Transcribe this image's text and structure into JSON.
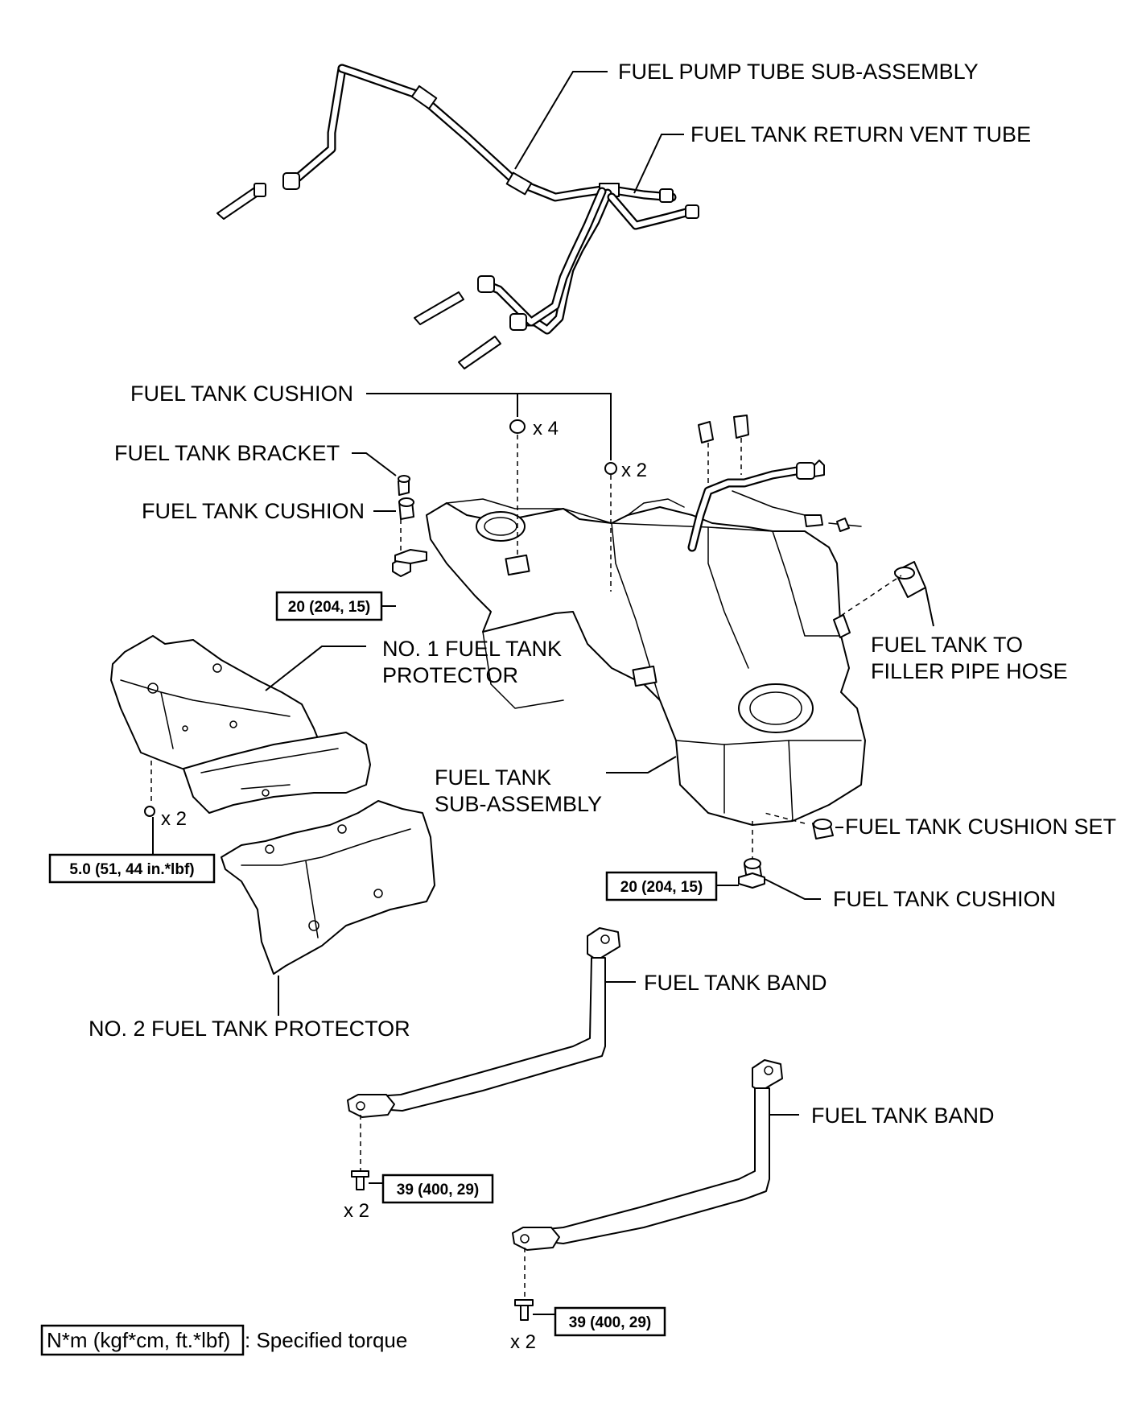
{
  "labels": {
    "fuel_pump_tube": "FUEL PUMP TUBE SUB-ASSEMBLY",
    "return_vent_tube": "FUEL TANK RETURN VENT TUBE",
    "cushion_top": "FUEL TANK CUSHION",
    "bracket": "FUEL TANK BRACKET",
    "cushion_left": "FUEL TANK CUSHION",
    "filler_hose_line1": "FUEL TANK TO",
    "filler_hose_line2": "FILLER PIPE HOSE",
    "protector1_line1": "NO. 1 FUEL TANK",
    "protector1_line2": "PROTECTOR",
    "tank_line1": "FUEL TANK",
    "tank_line2": "SUB-ASSEMBLY",
    "cushion_set": "FUEL TANK CUSHION SET",
    "cushion_bottom": "FUEL TANK CUSHION",
    "protector2": "NO. 2 FUEL TANK PROTECTOR",
    "band1": "FUEL TANK BAND",
    "band2": "FUEL TANK BAND"
  },
  "quantities": {
    "cushion_x4": "x 4",
    "cushion_x2": "x 2",
    "protector_x2": "x 2",
    "band1_x2": "x 2",
    "band2_x2": "x 2"
  },
  "torques": {
    "bracket_bolt": "20 (204, 15)",
    "protector_nut": "5.0 (51, 44 in.*lbf)",
    "cushion_bolt": "20 (204, 15)",
    "band1_bolt": "39 (400, 29)",
    "band2_bolt": "39 (400, 29)"
  },
  "legend": {
    "unit": "N*m (kgf*cm, ft.*lbf)",
    "description": ": Specified torque"
  }
}
